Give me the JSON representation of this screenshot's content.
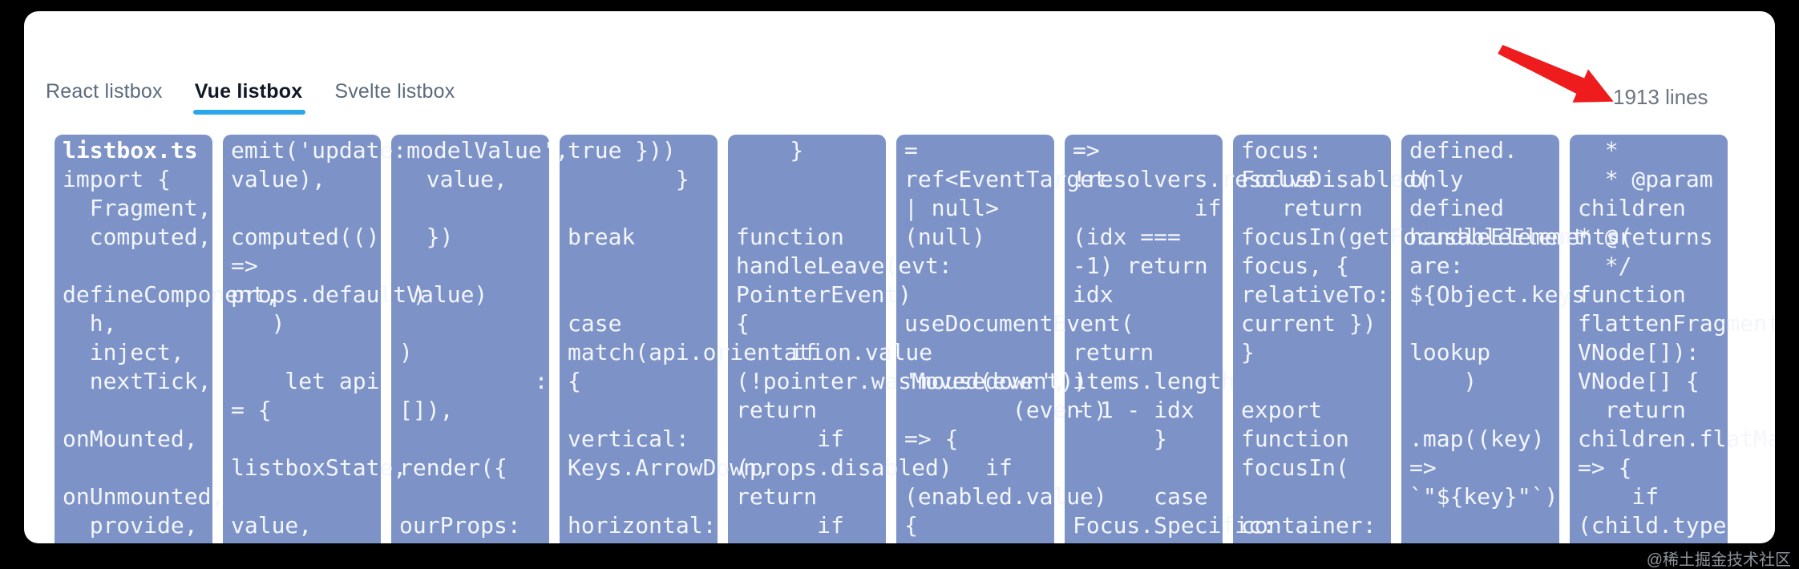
{
  "tabs": [
    {
      "label": "React listbox",
      "active": false
    },
    {
      "label": "Vue listbox",
      "active": true
    },
    {
      "label": "Svelte listbox",
      "active": false
    }
  ],
  "lines_badge": "1913 lines",
  "file": {
    "name": "listbox.ts"
  },
  "watermark": "@稀土掘金技术社区",
  "colors": {
    "column_bg": "#7D92C7",
    "code_text": "#F3F6FB",
    "tab_active": "#101826",
    "tab_inactive": "#5C6B7D",
    "underline": "#2AA7EA",
    "arrow": "#EE1C1C",
    "badge_text": "#6B7480",
    "card_bg": "#FFFFFF",
    "page_bg": "#000000",
    "watermark_text": "#8D939B"
  },
  "code_columns": [
    {
      "text": "\nimport {\n  Fragment,\n  computed,\n\ndefineComponent,\n  h,\n  inject,\n  nextTick,\n\nonMounted,\n\nonUnmounted,\n  provide,"
    },
    {
      "text": "emit('update:modelValue',\nvalue),\n\ncomputed(()\n=>\nprops.defaultValue)\n   )\n\n    let api\n= {\n\nlistboxState,\n\nvalue,"
    },
    {
      "text": "\n  value,\n\n  })\n\n )\n\n)\n          :\n[]),\n\nrender({\n\nourProps:"
    },
    {
      "text": "true }))\n        }\n\nbreak\n\n\ncase\nmatch(api.orientation.value\n{\n\nvertical:\nKeys.ArrowDown,\n\nhorizontal:"
    },
    {
      "text": "    }\n\n\nfunction\nhandleLeave(evt:\nPointerEvent)\n{\n    if\n(!pointer.wasMoved(event))\nreturn\n      if\n(props.disabled)\nreturn\n      if"
    },
    {
      "text": "=\nref<EventTarget\n| null>\n(null)\n\n\nuseDocumentEvent(\n\n'mousedown',\n        (event)\n=> {\n      if\n(enabled.value)\n{"
    },
    {
      "text": "=>\n!resolvers.resolve\n         if\n(idx ===\n-1) return\nidx\n\nreturn\nitems.length\n- 1 - idx\n      }\n\n      case\nFocus.Specific:"
    },
    {
      "text": "focus:\nFocusDisabled(\n   return\nfocusIn(getFocusableElements(\nfocus, {\nrelativeTo:\ncurrent })\n}\n\nexport\nfunction\nfocusIn(\n\ncontainer:"
    },
    {
      "text": "defined.\nonly\ndefined\nhandleElement\nare:\n${Object.keys\n\nlookup\n    )\n\n.map((key)\n=>\n`\"${key}\"`)\n"
    },
    {
      "text": "  *\n  * @param\nchildren\n* @returns\n  */\nfunction\nflattenFragments(\nVNode[]):\nVNode[] {\n  return\nchildren.flatMap\n=> {\n    if\n(child.type"
    }
  ]
}
